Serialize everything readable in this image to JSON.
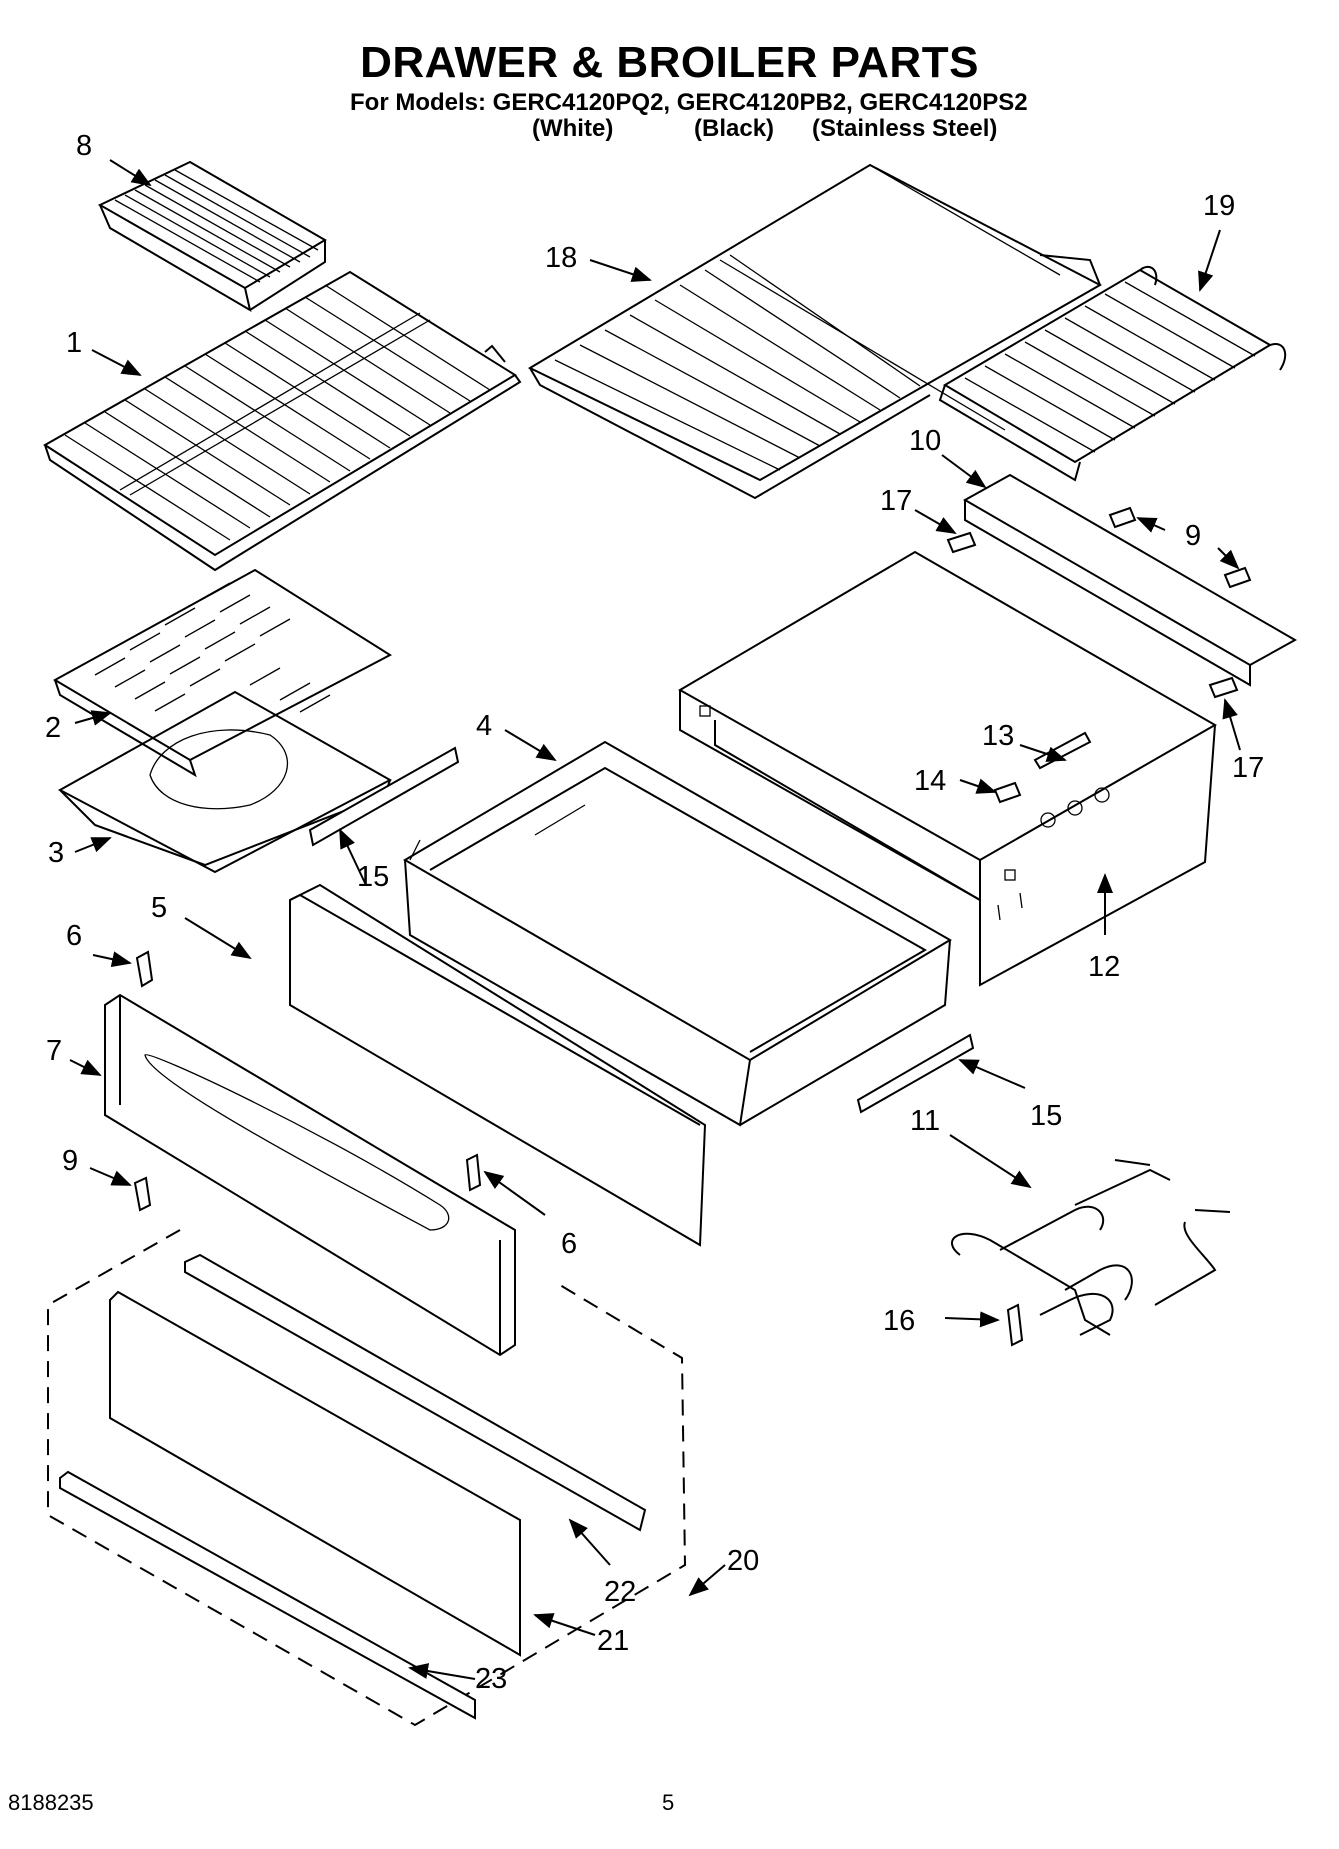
{
  "header": {
    "title": "DRAWER & BROILER PARTS",
    "models_line": "For Models: GERC4120PQ2, GERC4120PB2, GERC4120PS2",
    "variants": [
      "(White)",
      "(Black)",
      "(Stainless Steel)"
    ]
  },
  "callouts": [
    "8",
    "1",
    "18",
    "19",
    "10",
    "17",
    "9",
    "2",
    "3",
    "4",
    "15",
    "14",
    "13",
    "17",
    "5",
    "6",
    "7",
    "12",
    "9",
    "6",
    "15",
    "11",
    "16",
    "20",
    "22",
    "21",
    "23"
  ],
  "footer": {
    "doc_number": "8188235",
    "page_number": "5"
  }
}
